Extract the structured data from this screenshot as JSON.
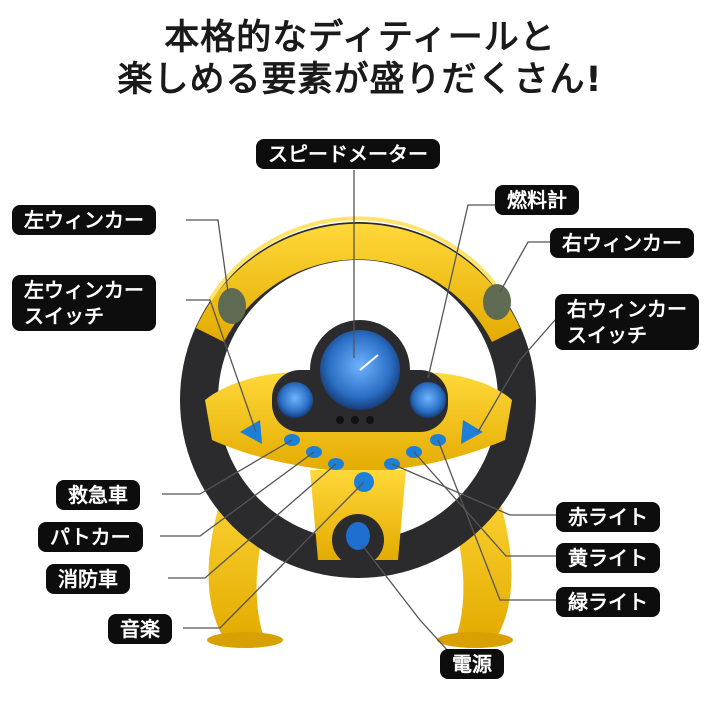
{
  "headline": {
    "line1": "本格的なディティールと",
    "line2": "楽しめる要素が盛りだくさん!"
  },
  "labels": {
    "speedometer": "スピードメーター",
    "fuel_gauge": "燃料計",
    "left_blinker": "左ウィンカー",
    "left_blinker_switch_1": "左ウィンカー",
    "left_blinker_switch_2": "スイッチ",
    "right_blinker": "右ウィンカー",
    "right_blinker_switch_1": "右ウィンカー",
    "right_blinker_switch_2": "スイッチ",
    "ambulance": "救急車",
    "patrol_car": "パトカー",
    "fire_truck": "消防車",
    "music": "音楽",
    "red_light": "赤ライト",
    "yellow_light": "黄ライト",
    "green_light": "緑ライト",
    "power": "電源"
  },
  "colors": {
    "wheel_yellow": "#f5c70f",
    "wheel_black": "#2b2b2e",
    "button_blue": "#1e7fd8",
    "gauge_blue": "#2a6fc4"
  }
}
